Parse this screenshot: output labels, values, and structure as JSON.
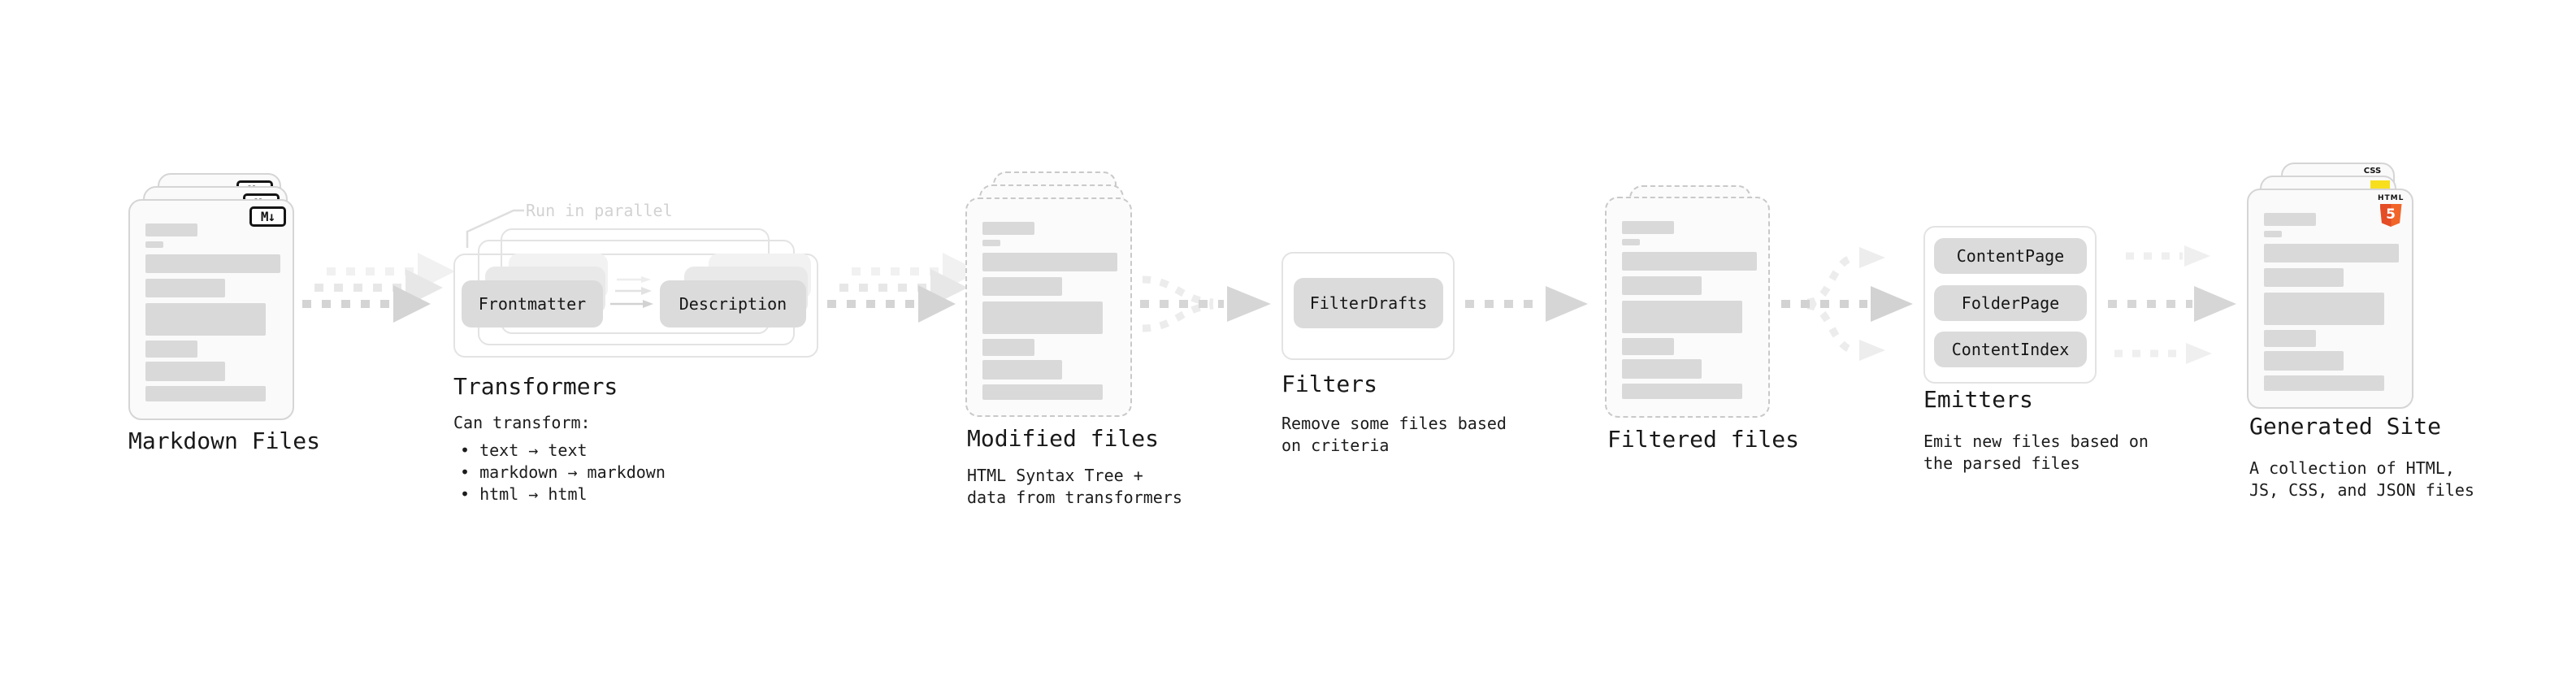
{
  "diagram": {
    "stages": {
      "markdown": {
        "title": "Markdown Files",
        "badge": "M↓"
      },
      "transformers": {
        "title": "Transformers",
        "note": "Run in parallel",
        "chip_a": "Frontmatter",
        "chip_b": "Description",
        "heading": "Can transform:",
        "bullets": [
          "• text → text",
          "• markdown → markdown",
          "• html → html"
        ]
      },
      "modified": {
        "title": "Modified files",
        "desc": [
          "HTML Syntax Tree +",
          "data from transformers"
        ]
      },
      "filters": {
        "title": "Filters",
        "chip": "FilterDrafts",
        "desc": [
          "Remove some files based",
          "on criteria"
        ]
      },
      "filtered": {
        "title": "Filtered files"
      },
      "emitters": {
        "title": "Emitters",
        "chips": [
          "ContentPage",
          "FolderPage",
          "ContentIndex"
        ],
        "desc": [
          "Emit new files based on",
          "the parsed files"
        ]
      },
      "generated": {
        "title": "Generated Site",
        "desc": [
          "A collection of HTML,",
          "JS, CSS, and JSON files"
        ],
        "css_badge": "CSS",
        "html_badge": "HTML",
        "html_number": "5"
      }
    },
    "colors": {
      "html5_orange": "#e44d26",
      "html5_orange_light": "#f16529",
      "css_blue": "#2965f1",
      "js_yellow": "#f7df1e",
      "arrow_gray": "#d4d4d4",
      "chip_gray": "#dbdbdb",
      "bar_gray": "#d9d9d9"
    }
  }
}
